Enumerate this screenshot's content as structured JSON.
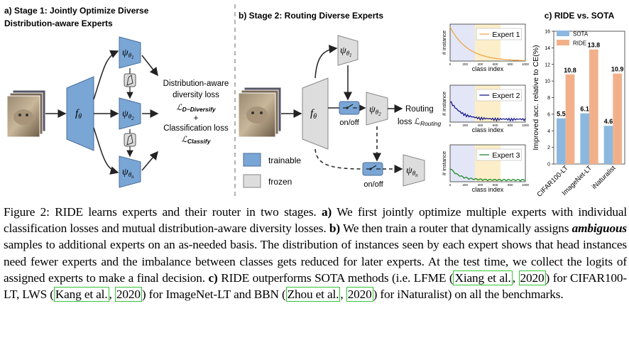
{
  "stage1": {
    "title_line1": "a)  Stage 1: Jointly Optimize Diverse",
    "title_line2": "Distribution-aware Experts",
    "backbone": "f",
    "backbone_sub": "θ",
    "experts": [
      {
        "sym": "ψ",
        "sub": "θ",
        "idx": "1"
      },
      {
        "sym": "ψ",
        "sub": "θ",
        "idx": "2"
      },
      {
        "sym": "ψ",
        "sub": "θ",
        "idx": "n"
      }
    ],
    "loss_line1": "Distribution-aware",
    "loss_line2": "diversity loss",
    "loss_sym1": "ℒ",
    "loss_sub1": "D−Diversify",
    "plus": "+",
    "loss_line3": "Classification loss",
    "loss_sym2": "ℒ",
    "loss_sub2": "Classify"
  },
  "stage2": {
    "title": "b) Stage 2: Routing Diverse Experts",
    "backbone": "f",
    "backbone_sub": "θ",
    "experts": [
      {
        "sym": "ψ",
        "sub": "θ",
        "idx": "1"
      },
      {
        "sym": "ψ",
        "sub": "θ",
        "idx": "2"
      },
      {
        "sym": "ψ",
        "sub": "θ",
        "idx": "n"
      }
    ],
    "switch1_label": "on/off",
    "switch2_label": "on/off",
    "routing_line1": "Routing",
    "routing_line2": "loss ℒ",
    "routing_sub": "Routing",
    "legend_trainable": "trainable",
    "legend_frozen": "frozen",
    "colors": {
      "trainable": "#7aa6d6",
      "frozen": "#dddddd"
    }
  },
  "histograms": [
    {
      "label": "Expert 1",
      "line_color": "#f0a848"
    },
    {
      "label": "Expert 2",
      "line_color": "#1a1a8a"
    },
    {
      "label": "Expert 3",
      "line_color": "#1a8a2a"
    }
  ],
  "hist_axes": {
    "ylabel": "# instance",
    "xlabel": "class index",
    "ticks": [
      "0",
      "200",
      "400",
      "600",
      "800",
      "1000"
    ]
  },
  "chart_data": {
    "type": "bar",
    "title": "c) RIDE vs. SOTA",
    "ylabel": "Improved acc. relative to CE(%)",
    "categories": [
      "CIFAR100-LT",
      "ImageNet-LT",
      "iNaturalist"
    ],
    "series": [
      {
        "name": "SOTA",
        "values": [
          5.5,
          6.1,
          4.6
        ],
        "color": "#8cb8e0"
      },
      {
        "name": "RIDE",
        "values": [
          10.8,
          13.8,
          10.9
        ],
        "color": "#f2b08a"
      }
    ],
    "yticks": [
      "0",
      "2",
      "4",
      "6",
      "8",
      "10",
      "12",
      "14",
      "16"
    ],
    "ylim": [
      0,
      16
    ],
    "legend_position": "top-left",
    "data_labels": [
      "5.5",
      "6.1",
      "4.6",
      "10.8",
      "13.8",
      "10.9"
    ]
  },
  "caption": {
    "c1": "Figure 2: RIDE learns experts and their router in two stages. ",
    "c2": "a)",
    "c3": " We first jointly optimize multiple experts with individual classification losses and mutual distribution-aware diversity losses. ",
    "c4": "b)",
    "c5": " We then train a router that dynamically assigns ",
    "c6": "ambiguous",
    "c7": " samples to additional experts on an as-needed basis. The distribution of instances seen by each expert shows that head instances need fewer experts and the imbalance between classes gets reduced for later experts.  At the test time, we collect the logits of assigned experts to make a final decision. ",
    "c8": "c)",
    "c9": " RIDE outperforms SOTA methods (i.e. LFME (",
    "c10": "Xiang et al.",
    "c11": ", ",
    "c12": "2020",
    "c13": ") for CIFAR100-LT, LWS (",
    "c14": "Kang et al.",
    "c15": ", ",
    "c16": "2020",
    "c17": ") for ImageNet-LT and BBN (",
    "c18": "Zhou et al.",
    "c19": ", ",
    "c20": "2020",
    "c21": ") for iNaturalist) on all the benchmarks."
  }
}
